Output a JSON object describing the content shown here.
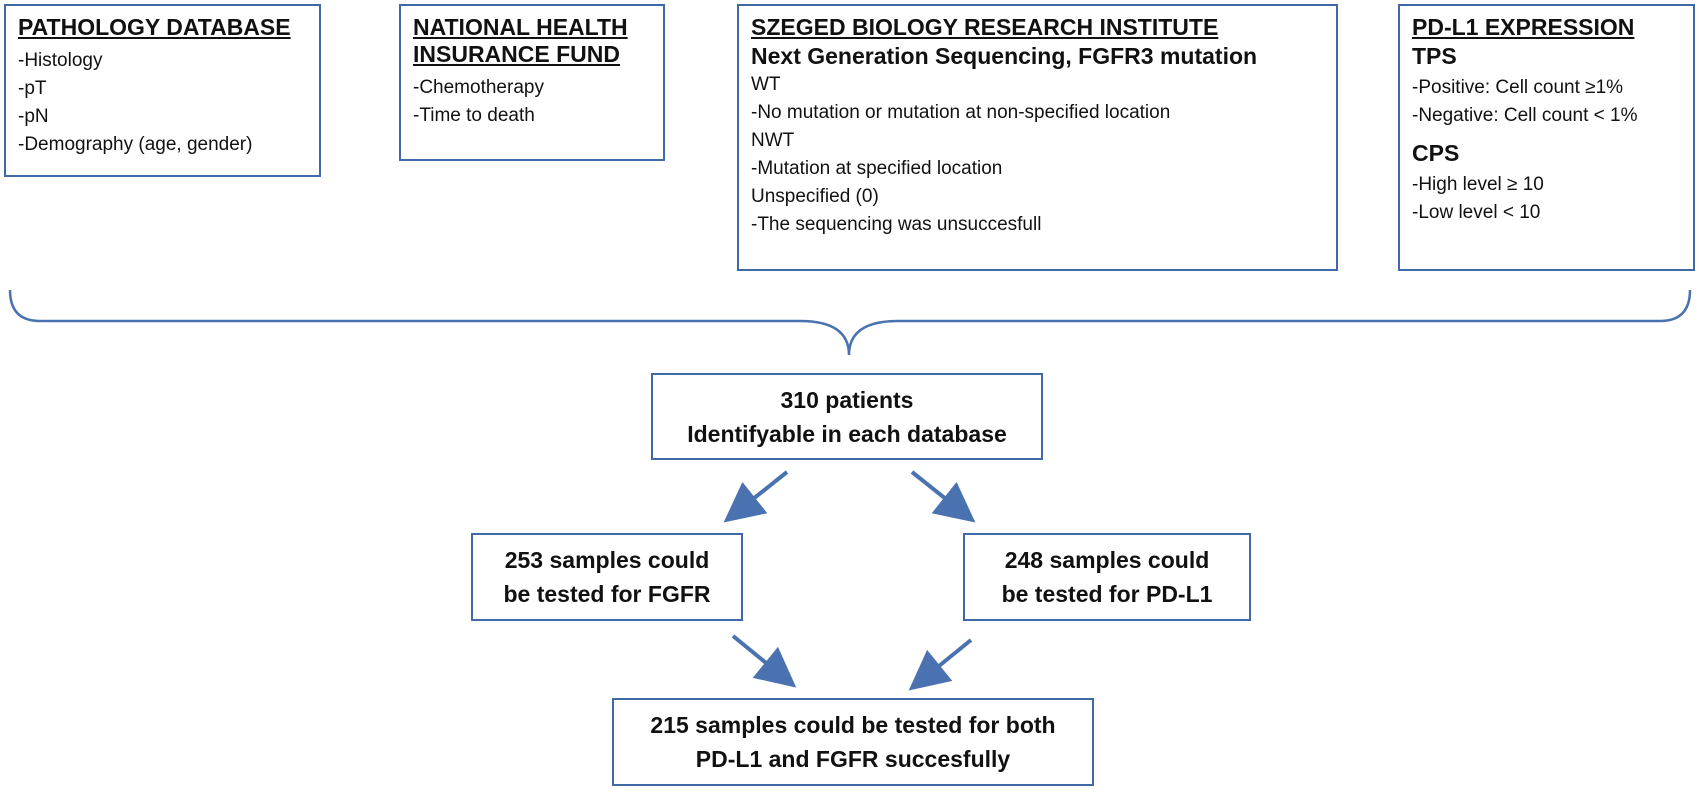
{
  "sources": {
    "pathology": {
      "title": "PATHOLOGY DATABASE",
      "items": [
        "-Histology",
        "-pT",
        "-pN",
        "-Demography (age, gender)"
      ]
    },
    "insurance": {
      "title_line1": "NATIONAL HEALTH",
      "title_line2": "INSURANCE FUND",
      "items": [
        "-Chemotherapy",
        "-Time to death"
      ]
    },
    "szeged": {
      "title": "SZEGED BIOLOGY RESEARCH INSTITUTE",
      "subtitle": "Next Generation Sequencing, FGFR3 mutation",
      "lines": [
        "WT",
        "-No mutation or mutation at non-specified location",
        "NWT",
        "-Mutation at specified location",
        "Unspecified (0)",
        "-The sequencing was unsuccesfull"
      ]
    },
    "pdl1": {
      "title": "PD-L1 EXPRESSION",
      "tps_heading": "TPS",
      "tps_items": [
        "-Positive: Cell count ≥1%",
        "-Negative: Cell count < 1%"
      ],
      "cps_heading": "CPS",
      "cps_items": [
        "-High level ≥ 10",
        "-Low level < 10"
      ]
    }
  },
  "flow": {
    "patients": {
      "line1": "310 patients",
      "line2": "Identifyable in each database"
    },
    "fgfr": {
      "line1": "253 samples could",
      "line2": "be tested for FGFR"
    },
    "pdl1": {
      "line1": "248 samples could",
      "line2": "be tested for PD-L1"
    },
    "both": {
      "line1": "215 samples could be tested for both",
      "line2": "PD-L1 and FGFR succesfully"
    }
  },
  "colors": {
    "border": "#3f6aa6",
    "arrow": "#4a72b0",
    "text": "#111111"
  }
}
